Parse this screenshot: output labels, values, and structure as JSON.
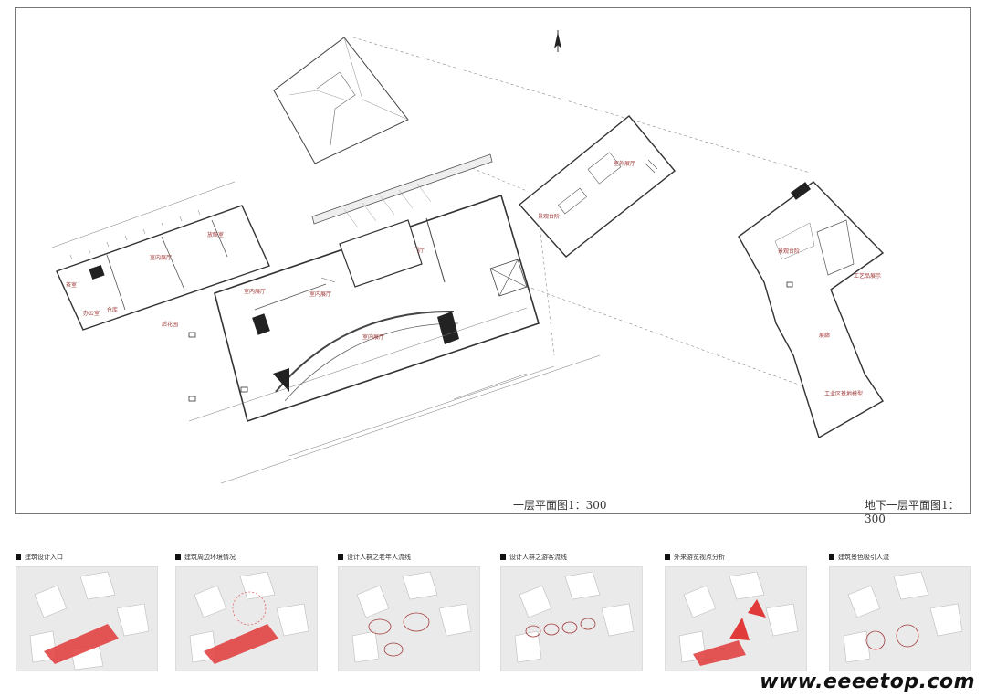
{
  "plans": {
    "ground": {
      "title": "一层平面图1：300"
    },
    "basement": {
      "title": "地下一层平面图1：300"
    }
  },
  "rooms": {
    "left_block": [
      "放映室",
      "室内展厅",
      "茶室",
      "办公室",
      "仓库",
      "后花园"
    ],
    "central": [
      "室内展厅",
      "室内展厅",
      "门厅",
      "室内展厅"
    ],
    "top_small": [
      "室外展厅",
      "景观台阶"
    ],
    "right_block": [
      "景观台阶",
      "工艺品展示",
      "展廊",
      "工业区基地模型"
    ]
  },
  "panels": [
    {
      "caption": "建筑设计入口"
    },
    {
      "caption": "建筑周边环境情况"
    },
    {
      "caption": "设计人群之老年人流线"
    },
    {
      "caption": "设计人群之游客流线"
    },
    {
      "caption": "外来游览视点分析"
    },
    {
      "caption": "建筑景色吸引人流"
    }
  ],
  "watermark": "www.eeeetop.com",
  "colors": {
    "accent_red": "#e03a3a",
    "room_label": "#a23b3b",
    "line": "#555555"
  }
}
